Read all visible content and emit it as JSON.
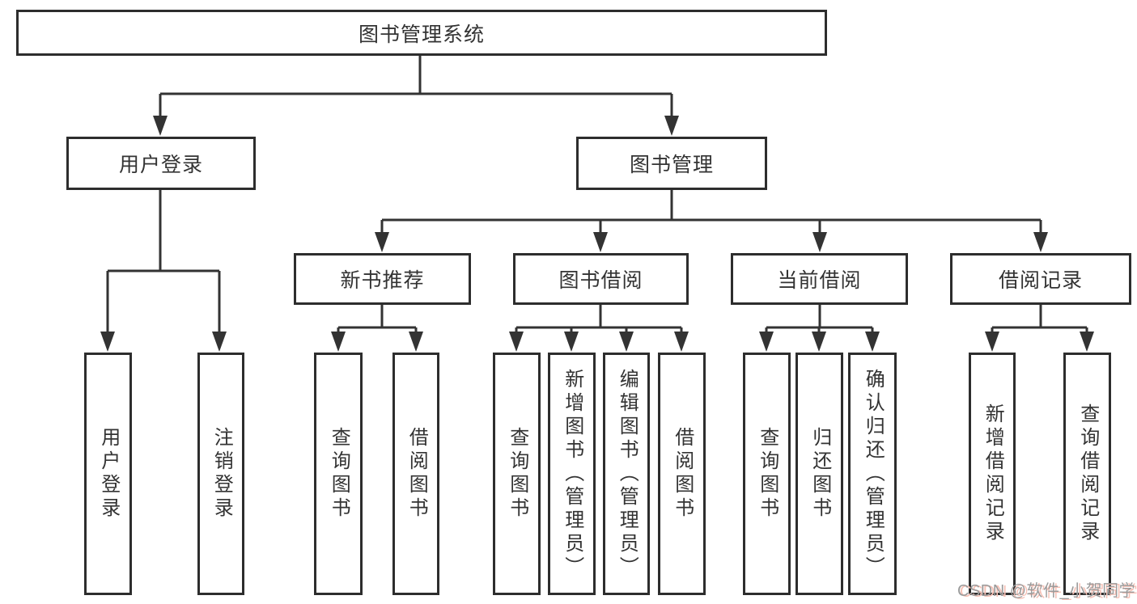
{
  "diagram": {
    "root": {
      "label": "图书管理系统",
      "children": [
        {
          "label": "用户登录",
          "children": [
            {
              "label": "用户登录"
            },
            {
              "label": "注销登录"
            }
          ]
        },
        {
          "label": "图书管理",
          "children": [
            {
              "label": "新书推荐",
              "children": [
                {
                  "label": "查询图书"
                },
                {
                  "label": "借阅图书"
                }
              ]
            },
            {
              "label": "图书借阅",
              "children": [
                {
                  "label": "查询图书"
                },
                {
                  "label": "新增图书（管理员）"
                },
                {
                  "label": "编辑图书（管理员）"
                },
                {
                  "label": "借阅图书"
                }
              ]
            },
            {
              "label": "当前借阅",
              "children": [
                {
                  "label": "查询图书"
                },
                {
                  "label": "归还图书"
                },
                {
                  "label": "确认归还（管理员）"
                }
              ]
            },
            {
              "label": "借阅记录",
              "children": [
                {
                  "label": "新增借阅记录"
                },
                {
                  "label": "查询借阅记录"
                }
              ]
            }
          ]
        }
      ]
    }
  },
  "watermark": {
    "text": "CSDN @软件_小贺同学"
  },
  "colors": {
    "line": "#333333",
    "box_border": "#2d2d2d",
    "text": "#333333",
    "background": "#ffffff",
    "watermark_gray": "#9b9b9b",
    "watermark_red": "#f6c0b5"
  }
}
